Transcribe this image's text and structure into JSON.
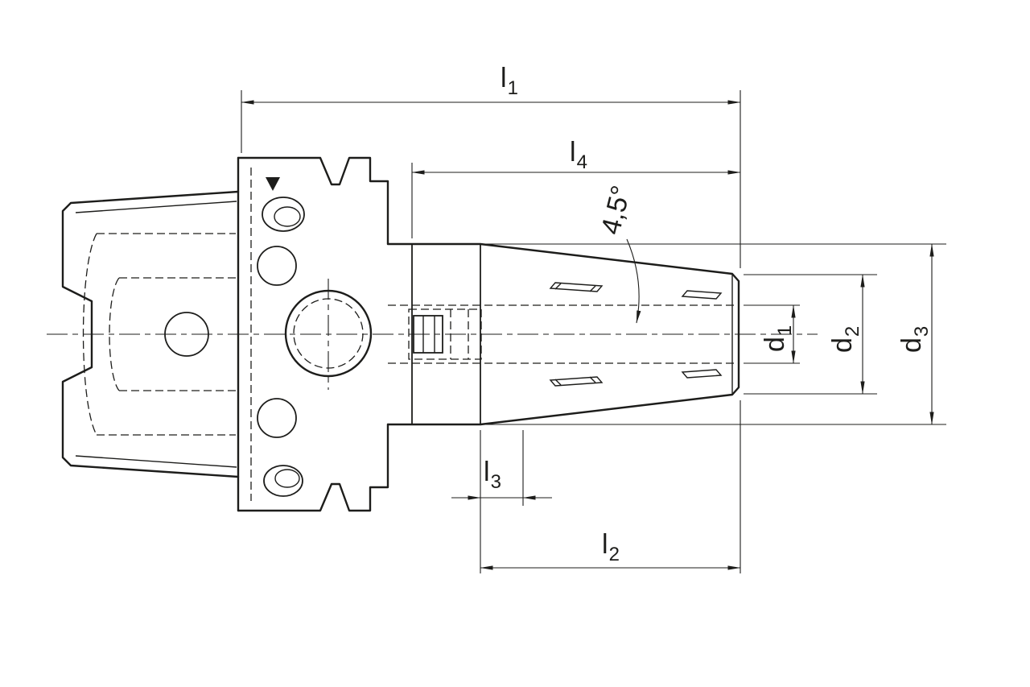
{
  "drawing": {
    "background": "#ffffff",
    "line_color": "#1d1d1b",
    "dimension_labels": {
      "l1": {
        "base": "l",
        "sub": "1"
      },
      "l4": {
        "base": "l",
        "sub": "4"
      },
      "l3": {
        "base": "l",
        "sub": "3"
      },
      "l2": {
        "base": "l",
        "sub": "2"
      },
      "d1": {
        "base": "d",
        "sub": "1"
      },
      "d2": {
        "base": "d",
        "sub": "2"
      },
      "d3": {
        "base": "d",
        "sub": "3"
      },
      "angle": "4,5°"
    }
  }
}
